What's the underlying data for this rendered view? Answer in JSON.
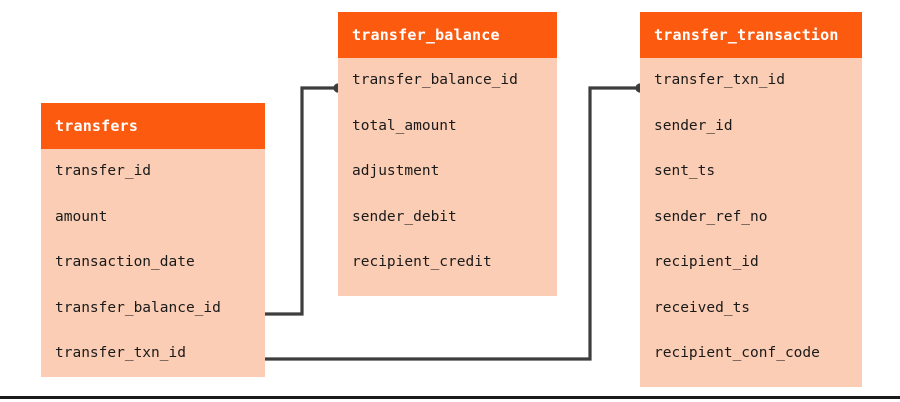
{
  "diagram": {
    "type": "entity-relationship-diagram",
    "colors": {
      "header_fill": "#fc5a0f",
      "header_text": "#ffffff",
      "body_fill": "#fbcdb4",
      "field_text": "#1a1a1a",
      "connector": "#3d3d3d",
      "background": "#ffffff",
      "rule": "#1a1a1a"
    },
    "entities": [
      {
        "id": "transfers",
        "title": "transfers",
        "fields": [
          "transfer_id",
          "amount",
          "transaction_date",
          "transfer_balance_id",
          "transfer_txn_id"
        ]
      },
      {
        "id": "transfer_balance",
        "title": "transfer_balance",
        "fields": [
          "transfer_balance_id",
          "total_amount",
          "adjustment",
          "sender_debit",
          "recipient_credit"
        ]
      },
      {
        "id": "transfer_transaction",
        "title": "transfer_transaction",
        "fields": [
          "transfer_txn_id",
          "sender_id",
          "sent_ts",
          "sender_ref_no",
          "recipient_id",
          "received_ts",
          "recipient_conf_code"
        ]
      }
    ],
    "relationships": [
      {
        "id": "transfers-to-transfer-balance",
        "from_entity": "transfers",
        "from_field": "transfer_balance_id",
        "to_entity": "transfer_balance",
        "to_field": "transfer_balance_id"
      },
      {
        "id": "transfers-to-transfer-transaction",
        "from_entity": "transfers",
        "from_field": "transfer_txn_id",
        "to_entity": "transfer_transaction",
        "to_field": "transfer_txn_id"
      }
    ]
  }
}
